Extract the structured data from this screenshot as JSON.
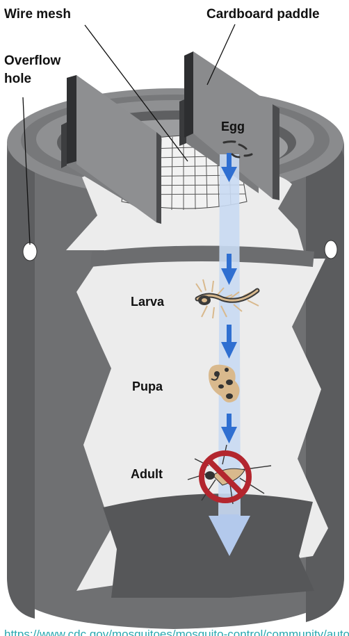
{
  "labels": {
    "wire_mesh": "Wire mesh",
    "cardboard_paddle": "Cardboard paddle",
    "overflow_hole_line1": "Overflow",
    "overflow_hole_line2": "hole",
    "egg": "Egg",
    "larva": "Larva",
    "pupa": "Pupa",
    "adult": "Adult"
  },
  "footer": {
    "source_text": "https://www.cdc.gov/mosquitoes/mosquito-control/community/autocidal-trap.html"
  },
  "colors": {
    "outer_wall": "#6f7072",
    "outer_wall_dark": "#4e4f51",
    "rim": "#8c8d8f",
    "interior": "#ececec",
    "water_dark": "#565759",
    "arrow": "#2f6fd1",
    "arrow_shaft": "#c9daf3",
    "prohibition": "#b3262e",
    "mosquito_body": "#d9b98d"
  }
}
